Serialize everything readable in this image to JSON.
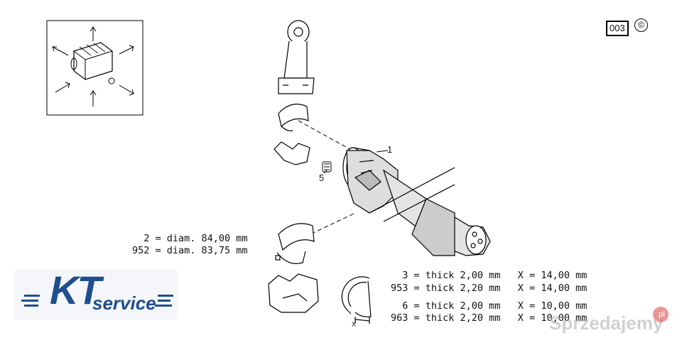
{
  "figure_code": "003",
  "copyright_symbol": "©",
  "part_refs": {
    "crankshaft": "1",
    "plug": "5"
  },
  "main_bearing_spec": [
    {
      "text": "  2 = diam. 84,00 mm"
    },
    {
      "text": "952 = diam. 83,75 mm"
    }
  ],
  "thrust_washer_spec": [
    {
      "text": "  3 = thick 2,00 mm   X = 14,00 mm"
    },
    {
      "text": "953 = thick 2,20 mm   X = 14,00 mm"
    },
    {
      "text": "  6 = thick 2,00 mm   X = 10,00 mm"
    },
    {
      "text": "963 = thick 2,20 mm   X = 10,00 mm"
    }
  ],
  "dimension_label": "X",
  "logo": {
    "kt": "KT",
    "service": "service",
    "brand_color": "#1f4e8f"
  },
  "watermark": {
    "text": "Sprzedajemy",
    "badge": ".pl"
  },
  "icons": [
    "engine-block-orientation-icon",
    "connecting-rod",
    "bearing-shell",
    "crankshaft",
    "thrust-washer"
  ]
}
